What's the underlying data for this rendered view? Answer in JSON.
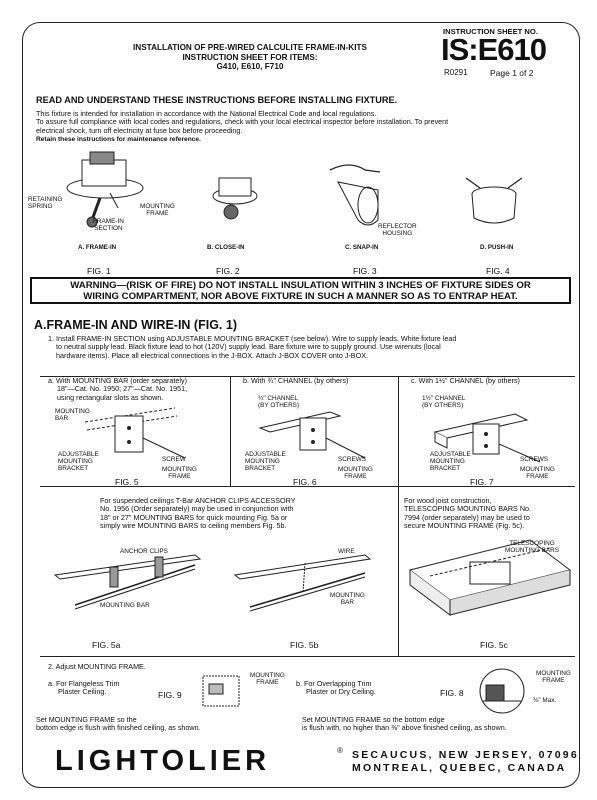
{
  "header": {
    "title_line1": "INSTALLATION OF PRE-WIRED CALCULITE FRAME-IN-KITS",
    "title_line2": "INSTRUCTION SHEET FOR ITEMS:",
    "title_line3": "G410, E610, F710",
    "sheet_label": "INSTRUCTION SHEET NO.",
    "sheet_number": "IS:E610",
    "revision": "R0291",
    "page": "Page 1 of 2"
  },
  "intro": {
    "heading": "READ AND UNDERSTAND THESE INSTRUCTIONS BEFORE INSTALLING FIXTURE.",
    "line1": "This fixture is intended for installation in accordance with the National Electrical Code and local regulations.",
    "line2": "To assure full compliance with local codes and regulations, check with your local electrical inspector before installation. To prevent",
    "line3": "electrical shock, turn off electricity at fuse box before proceeding.",
    "retain": "Retain these instructions for maintenance reference."
  },
  "top_figures": [
    {
      "caption": "A. FRAME-IN",
      "fig": "FIG. 1"
    },
    {
      "caption": "B. CLOSE-IN",
      "fig": "FIG. 2"
    },
    {
      "caption": "C. SNAP-IN",
      "fig": "FIG. 3"
    },
    {
      "caption": "D. PUSH-IN",
      "fig": "FIG. 4"
    }
  ],
  "fig1_labels": {
    "retaining": "RETAINING",
    "spring": "SPRING",
    "mounting": "MOUNTING",
    "frame": "FRAME",
    "framein": "FRAME-IN",
    "section": "SECTION"
  },
  "fig3_labels": {
    "reflector": "REFLECTOR",
    "housing": "HOUSING"
  },
  "warning": {
    "line1": "WARNING—(RISK OF FIRE) DO NOT INSTALL INSULATION WITHIN 3 INCHES OF FIXTURE SIDES OR",
    "line2": "WIRING COMPARTMENT, NOR ABOVE FIXTURE IN SUCH A MANNER SO AS TO ENTRAP HEAT."
  },
  "section_a": {
    "heading": "A.FRAME-IN AND WIRE-IN (FIG. 1)",
    "step1_l1": "1.  Install FRAME-IN SECTION using ADJUSTABLE MOUNTING BRACKET (see below). Wire to supply leads. White fixture lead",
    "step1_l2": "to neutral supply lead. Black fixture lead to hot (120V) supply lead. Bare fixture wire to supply ground. Use wirenuts (local",
    "step1_l3": "hardware items). Place all electrical connections in the J-BOX. Attach J-BOX COVER onto J-BOX."
  },
  "mount": {
    "a_l1": "a.  With MOUNTING BAR (order separately)",
    "a_l2": "18\"—Cat. No. 1950; 27\"—Cat. No. 1951,",
    "a_l3": "using rectangular slots as shown.",
    "b_title": "b.  With ¾\" CHANNEL (by others)",
    "c_title": "c.  With 1½\" CHANNEL (by others)",
    "fig5": "FIG. 5",
    "fig6": "FIG. 6",
    "fig7": "FIG. 7",
    "mounting_bar": "MOUNTING",
    "bar": "BAR",
    "adjustable": "ADJUSTABLE",
    "mounting": "MOUNTING",
    "bracket": "BRACKET",
    "screw": "SCREW",
    "screws": "SCREWS",
    "mframe1": "MOUNTING",
    "mframe2": "FRAME",
    "ch34_1": "¾\" CHANNEL",
    "ch34_2": "(BY OTHERS)",
    "ch112_1": "1½\" CHANNEL",
    "ch112_2": "(BY OTHERS)"
  },
  "tbar": {
    "l1": "For suspended ceilings T-Bar ANCHOR CLIPS ACCESSORY",
    "l2": "No. 1956 (Order separately) may be used in conjunction with",
    "l3": "18\" or 27\" MOUNTING BARS for quick mounting Fig. 5a or",
    "l4": "simply wire MOUNTING BARS to ceiling members Fig. 5b.",
    "anchor_clips": "ANCHOR CLIPS",
    "mounting_bar": "MOUNTING BAR",
    "wire": "WIRE",
    "mounting": "MOUNTING",
    "bar": "BAR",
    "fig5a": "FIG. 5a",
    "fig5b": "FIG. 5b"
  },
  "joist": {
    "l1": "For wood joist construction,",
    "l2": "TELESCOPING MOUNTING BARS No.",
    "l3": "7994 (order separately) may be used to",
    "l4": "secure MOUNTING FRAME (Fig. 5c).",
    "tele1": "TELESCOPING",
    "tele2": "MOUNTING BARS",
    "fig5c": "FIG. 5c"
  },
  "step2": {
    "title": "2.  Adjust MOUNTING FRAME.",
    "a_l1": "a.  For Flangeless Trim",
    "a_l2": "Plaster Ceiling.",
    "fig9": "FIG. 9",
    "mf1": "MOUNTING",
    "mf2": "FRAME",
    "b_l1": "b.  For Overlapping Trim",
    "b_l2": "Plaster or Dry Ceiling.",
    "fig8": "FIG. 8",
    "mf3": "MOUNTING",
    "mf4": "FRAME",
    "max": "⅜\" Max.",
    "set_a1": "Set MOUNTING FRAME so the",
    "set_a2": "bottom edge is flush with finished ceiling, as shown.",
    "set_b1": "Set MOUNTING FRAME so the bottom edge",
    "set_b2": "is flush with, no higher than ⅜\" above finished ceiling, as shown."
  },
  "footer": {
    "logo": "LIGHTOLIER",
    "reg": "®",
    "city1": "SECAUCUS, NEW JERSEY, 07096",
    "city2": "MONTREAL, QUEBEC, CANADA"
  }
}
